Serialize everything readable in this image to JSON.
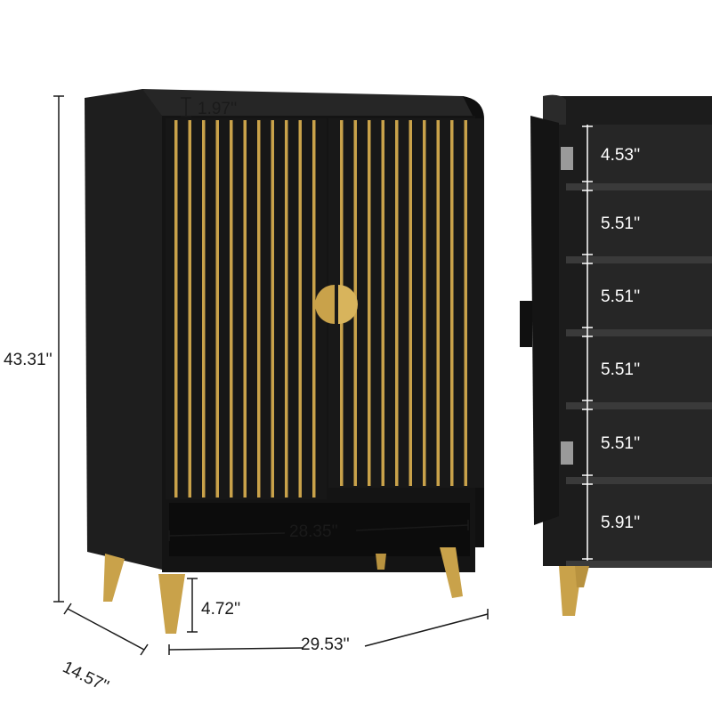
{
  "product": {
    "colors": {
      "body": "#141414",
      "panel": "#1c1c1c",
      "gold": "#c9a24a",
      "interior": "#2a2a2a"
    }
  },
  "dimensions": {
    "top_lip": "1.97''",
    "height": "43.31''",
    "inner_width": "28.35''",
    "leg_height": "4.72''",
    "width": "29.53''",
    "depth": "14.57''"
  },
  "shelves": [
    {
      "label": "4.53''"
    },
    {
      "label": "5.51''"
    },
    {
      "label": "5.51''"
    },
    {
      "label": "5.51''"
    },
    {
      "label": "5.51''"
    },
    {
      "label": "5.91''"
    }
  ]
}
